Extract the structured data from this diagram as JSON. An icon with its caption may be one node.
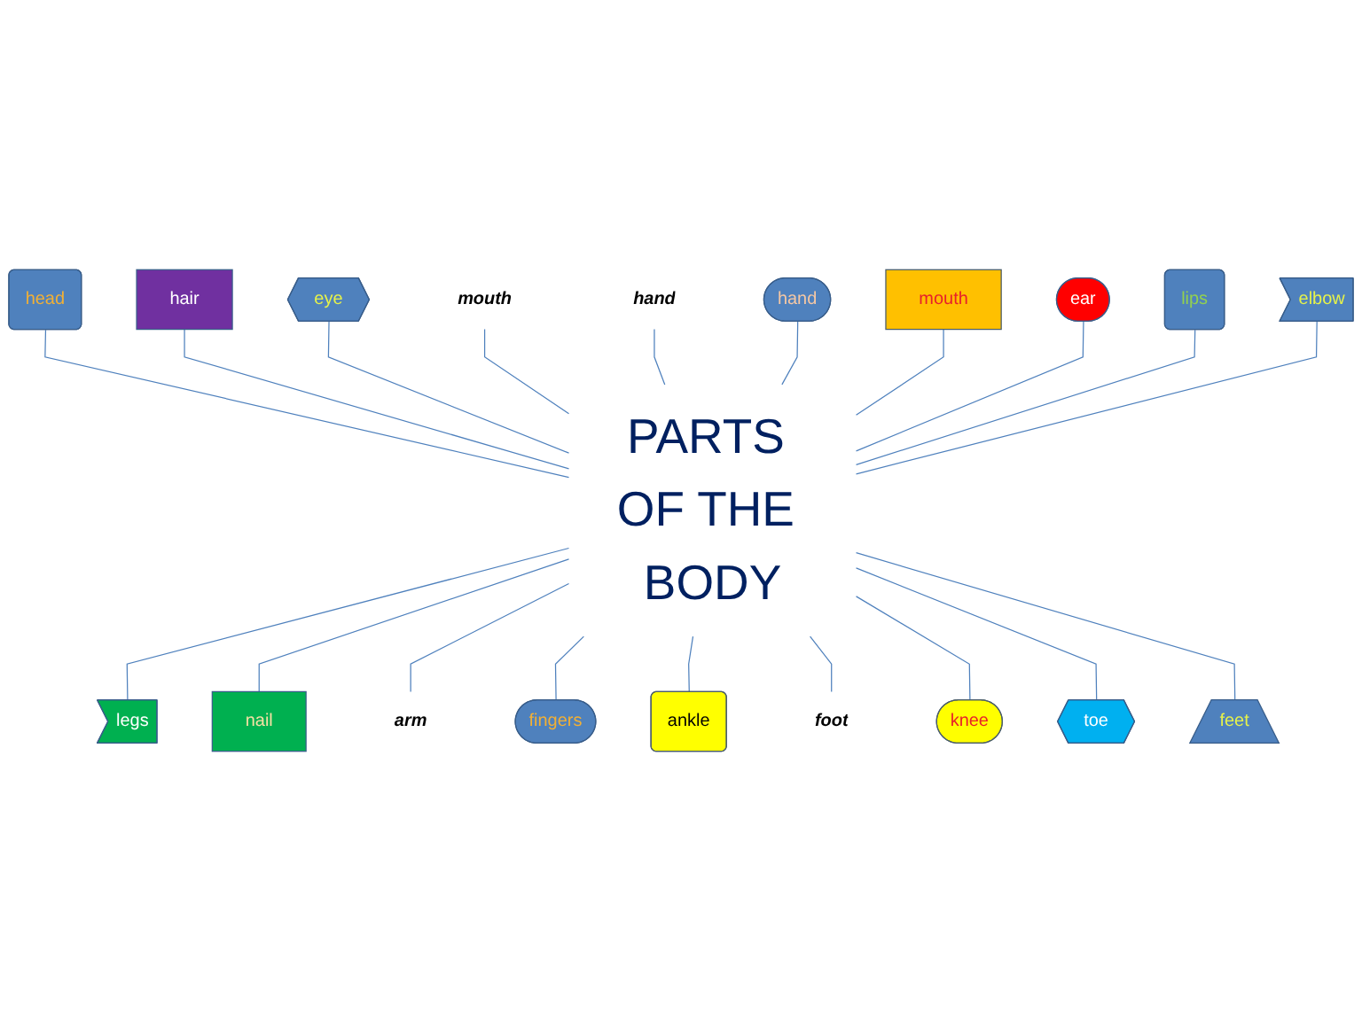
{
  "diagram": {
    "nodes": [
      {
        "text": [
          "head"
        ]
      },
      {
        "text": [
          "hair"
        ]
      },
      {
        "text": [
          "eye"
        ]
      },
      {
        "text": [
          "mouth"
        ]
      },
      {
        "text": [
          "hand"
        ]
      },
      {
        "text": [
          "hand"
        ]
      },
      {
        "text": [
          "mouth"
        ]
      },
      {
        "text": [
          "ear"
        ]
      },
      {
        "text": [
          "lips"
        ]
      },
      {
        "text": [
          "elbow"
        ]
      },
      {
        "text": [
          "PARTS OF THE BODY"
        ]
      },
      {
        "text": [
          "legs"
        ]
      },
      {
        "text": [
          "nail"
        ]
      },
      {
        "text": [
          "arm"
        ]
      },
      {
        "text": [
          "fingers"
        ]
      },
      {
        "text": [
          "ankle"
        ]
      },
      {
        "text": [
          "foot"
        ]
      },
      {
        "text": [
          "knee"
        ]
      },
      {
        "text": [
          "toe"
        ]
      },
      {
        "text": [
          "feet"
        ]
      }
    ],
    "edges": [
      {
        "from": 0,
        "to": 10,
        "arrow": "none"
      },
      {
        "from": 1,
        "to": 10,
        "arrow": "none"
      },
      {
        "from": 2,
        "to": 10,
        "arrow": "none"
      },
      {
        "from": 3,
        "to": 10,
        "arrow": "none"
      },
      {
        "from": 4,
        "to": 10,
        "arrow": "none"
      },
      {
        "from": 5,
        "to": 10,
        "arrow": "none"
      },
      {
        "from": 6,
        "to": 10,
        "arrow": "none"
      },
      {
        "from": 7,
        "to": 10,
        "arrow": "none"
      },
      {
        "from": 8,
        "to": 10,
        "arrow": "none"
      },
      {
        "from": 9,
        "to": 10,
        "arrow": "none"
      },
      {
        "from": 10,
        "to": 11,
        "arrow": "none"
      },
      {
        "from": 10,
        "to": 12,
        "arrow": "none"
      },
      {
        "from": 10,
        "to": 13,
        "arrow": "none"
      },
      {
        "from": 10,
        "to": 14,
        "arrow": "none"
      },
      {
        "from": 10,
        "to": 15,
        "arrow": "none"
      },
      {
        "from": 10,
        "to": 16,
        "arrow": "none"
      },
      {
        "from": 10,
        "to": 17,
        "arrow": "none"
      },
      {
        "from": 10,
        "to": 18,
        "arrow": "none"
      },
      {
        "from": 10,
        "to": 19,
        "arrow": "none"
      }
    ]
  }
}
